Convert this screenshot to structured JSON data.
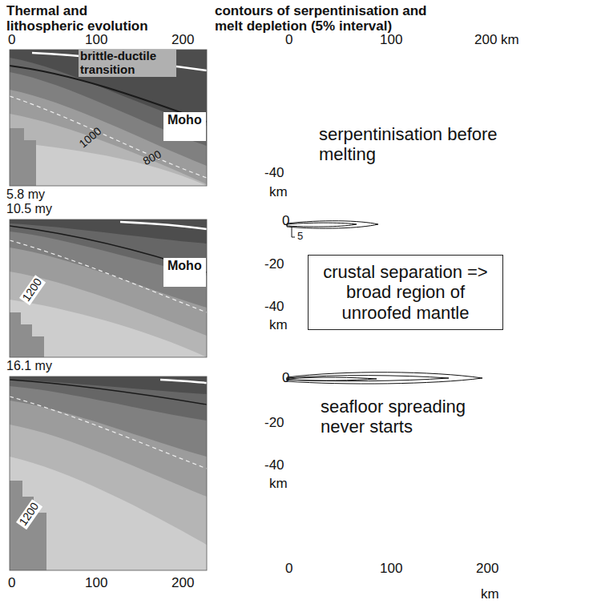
{
  "diagram": {
    "nodes": [
      {
        "text": [
          "Moho"
        ]
      },
      {
        "text": [
          "Moho"
        ]
      },
      {
        "text": [
          "crustal separation => broad region of unroofed mantle"
        ]
      }
    ],
    "labels": [
      "Thermal and lithospheric evolution",
      "contours of serpentinisation and melt depletion (5% interval)",
      "0",
      "100",
      "200",
      "0",
      "100",
      "200 km",
      "brittle-ductile transition",
      "800",
      "1000",
      "5.8 my",
      "-40",
      "km",
      "serpentinisation before melting",
      "10.5 my",
      "1200",
      "0",
      "-20",
      "-40",
      "km",
      "5",
      "16.1 my",
      "1200",
      "0",
      "-20",
      "-40",
      "km",
      "seafloor spreading never starts",
      "0",
      "100",
      "200",
      "0",
      "100",
      "200",
      "km"
    ]
  }
}
